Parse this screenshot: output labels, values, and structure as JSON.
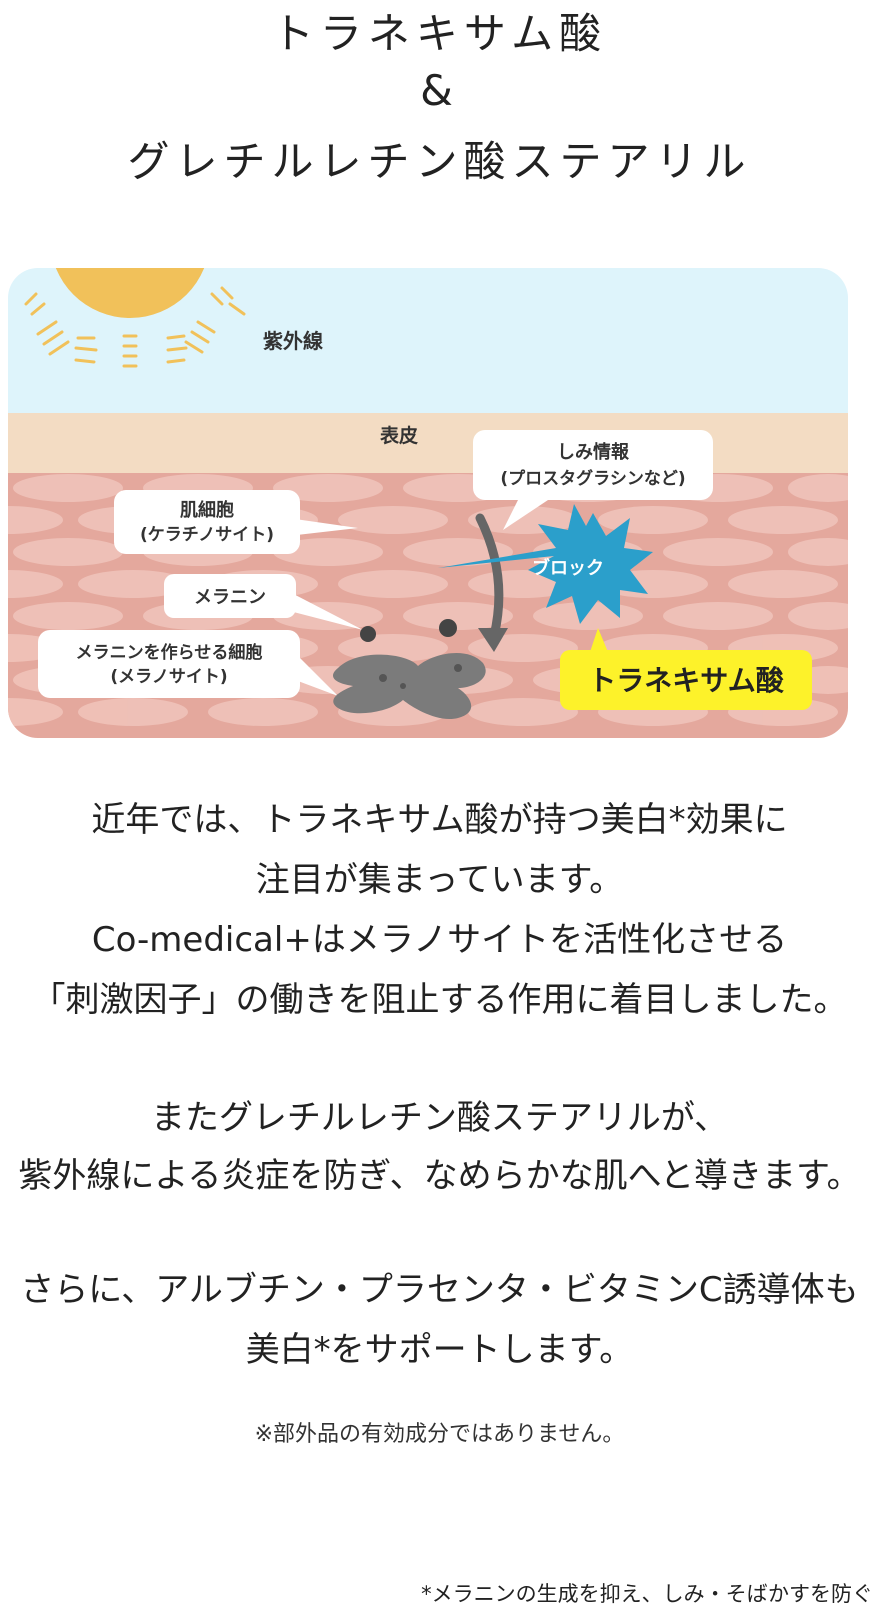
{
  "title": {
    "line1": "トラネキサム酸",
    "line2": "&",
    "line3": "グレチルレチン酸ステアリル"
  },
  "illustration": {
    "uv_label": "紫外線",
    "epidermis_label": "表皮",
    "keratinocyte_label_1": "肌細胞",
    "keratinocyte_label_2": "(ケラチノサイト)",
    "melanin_label": "メラニン",
    "melanocyte_label_1": "メラニンを作らせる細胞",
    "melanocyte_label_2": "(メラノサイト)",
    "spot_info_label_1": "しみ情報",
    "spot_info_label_2": "(プロスタグラシンなど)",
    "block_label": "ブロック",
    "tranexamic_label": "トラネキサム酸"
  },
  "paragraphs": {
    "p1_line1": "近年では、トラネキサム酸が持つ美白*効果に",
    "p1_line2": "注目が集まっています。",
    "p1_line3": "Co-medical+はメラノサイトを活性化させる",
    "p1_line4": "「刺激因子」の働きを阻止する作用に着目しました。",
    "p2_line1": "またグレチルレチン酸ステアリルが、",
    "p2_line2": "紫外線による炎症を防ぎ、なめらかな肌へと導きます。",
    "p3_line1": "さらに、アルブチン・プラセンタ・ビタミンC誘導体も",
    "p3_line2": "美白*をサポートします。"
  },
  "note": "※部外品の有効成分ではありません。",
  "footnote": "*メラニンの生成を抑え、しみ・そばかすを防ぐ",
  "colors": {
    "sky": "#def4fb",
    "epidermis": "#f3dcc3",
    "dermis": "#e4a89d",
    "sun": "#f1c15a",
    "block_star": "#2b9fcb",
    "highlight": "#fdf22a",
    "melanocyte": "#7b7b7b"
  }
}
